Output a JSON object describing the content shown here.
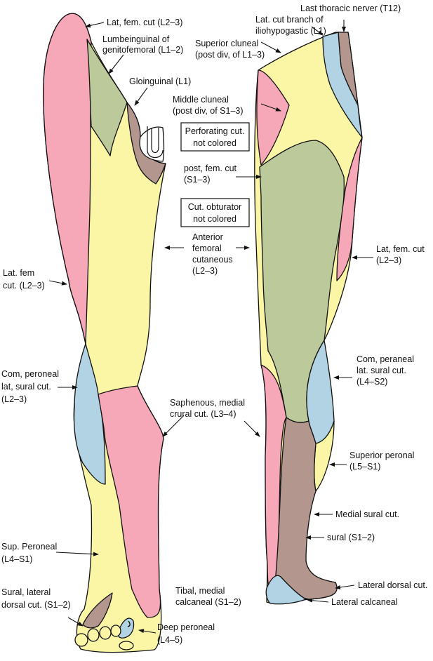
{
  "colors": {
    "pink": "#f7a8b8",
    "yellow": "#fbf6a5",
    "green": "#bcc99b",
    "blue": "#b1d3e3",
    "brown": "#b3968e",
    "outline": "#111111"
  },
  "labels": {
    "lat_fem_cut_top": "Lat, fem. cut (L2–3)",
    "lumbo_1": "Lumbeinguinal of",
    "lumbo_2": "genitofemoral (L1–2)",
    "ilioinguinal": "Gloinguinal (L1)",
    "lat_fem_left_1": "Lat. fem",
    "lat_fem_left_2": "cut. (L2–3)",
    "com_peroneal_left_1": "Com, peroneal",
    "com_peroneal_left_2": "lat, sural cut.",
    "com_peroneal_left_3": "(L2–3)",
    "sup_peroneal_1": "Sup. Peroneal",
    "sup_peroneal_2": "(L4–S1)",
    "sural_lat_1": "Sural, lateral",
    "sural_lat_2": "dorsal cut. (S1–2)",
    "deep_peroneal_1": "Deep peroneal",
    "deep_peroneal_2": "(L4–5)",
    "last_thoracic": "Last thoracic nerver (T12)",
    "iliohypo_1": "Lat. cut branch of",
    "iliohypo_2": "iliohypogastic (L1)",
    "sup_cluneal_1": "Superior cluneal",
    "sup_cluneal_2": "(post div, of L1–3)",
    "mid_cluneal_1": "Middle cluneal",
    "mid_cluneal_2": "(post div, of S1–3)",
    "perforating_1": "Perforating cut.",
    "perforating_2": "not colored",
    "post_fem_1": "post, fem. cut",
    "post_fem_2": "(S1–3)",
    "cut_obturator_1": "Cut. obturator",
    "cut_obturator_2": "not colored",
    "ant_fem_1": "Anterior",
    "ant_fem_2": "femoral",
    "ant_fem_3": "cutaneous",
    "ant_fem_4": "(L2–3)",
    "lat_fem_right_1": "Lat, fem. cut",
    "lat_fem_right_2": "(L2–3)",
    "com_peroneal_right_1": "Com, peraneal",
    "com_peroneal_right_2": "lat. sural cut.",
    "com_peroneal_right_3": "(L4–S2)",
    "saphenous_1": "Saphenous, medial",
    "saphenous_2": "crural cut. (L3–4)",
    "sup_peronal_1": "Superior peronal",
    "sup_peronal_2": "(L5–S1)",
    "medial_sural": "Medial sural cut.",
    "sural": "sural (S1–2)",
    "tibal_1": "Tibal, medial",
    "tibal_2": "calcaneal (S1–2)",
    "lat_dorsal": "Lateral dorsal cut.",
    "lat_calcaneal": "Lateral calcaneal"
  }
}
